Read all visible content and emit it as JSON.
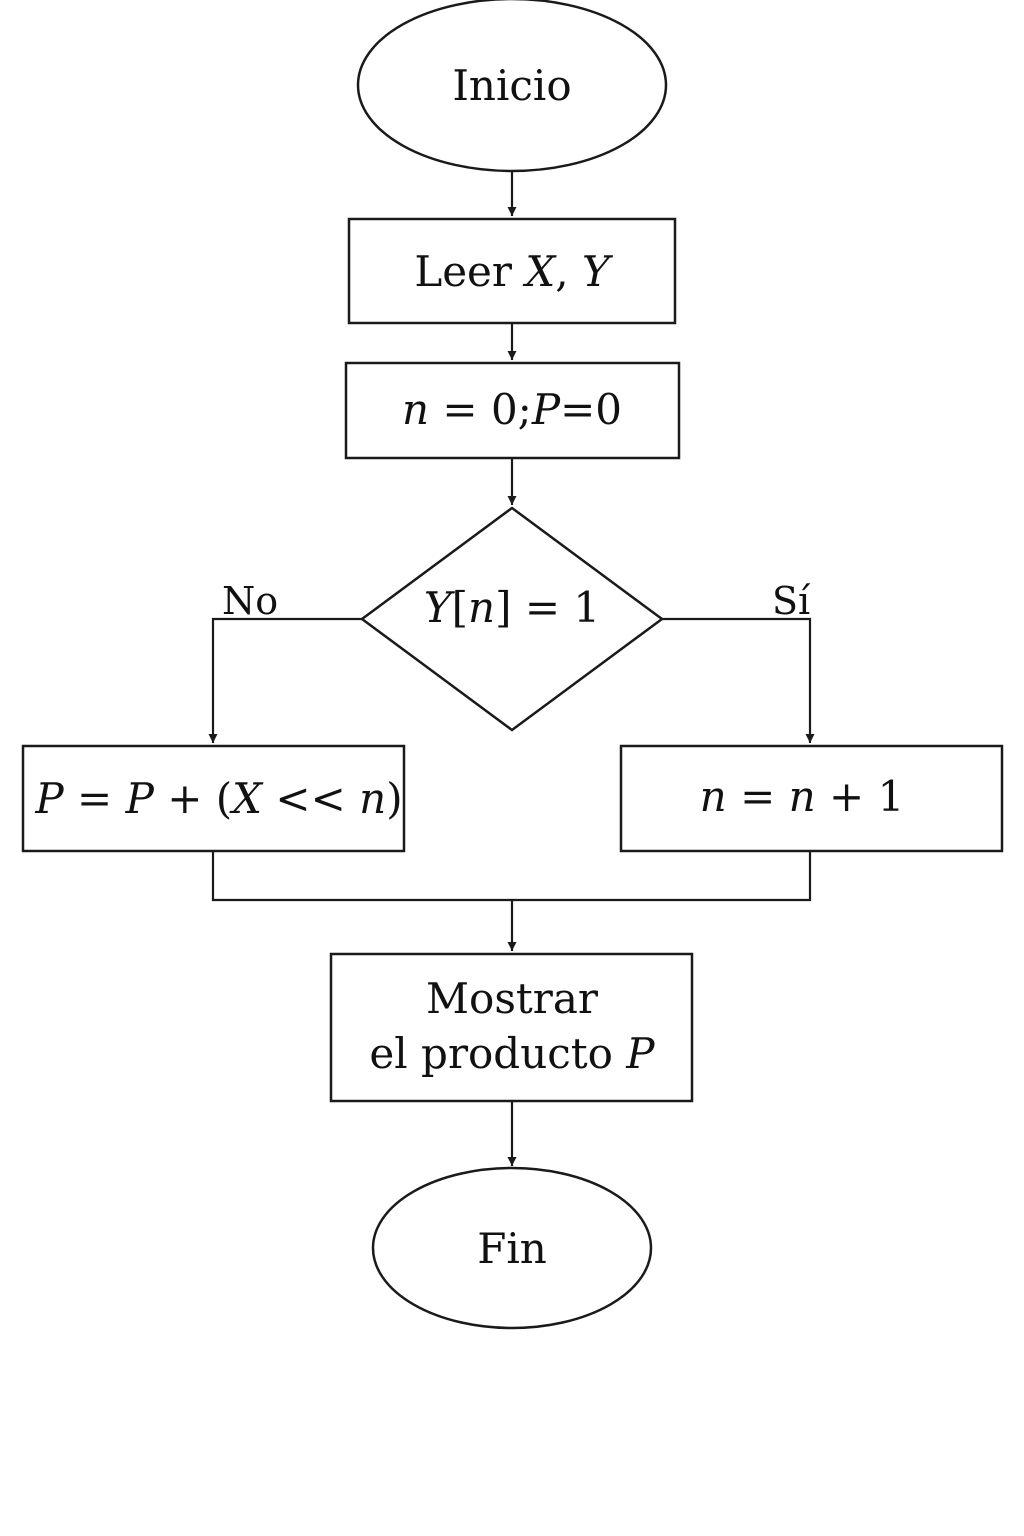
{
  "flowchart": {
    "start": "Inicio",
    "read": {
      "prefix": "Leer ",
      "x": "X",
      "sep": ", ",
      "y": "Y"
    },
    "init": {
      "n": "n",
      "eq1": " = 0;",
      "p": "P",
      "eq2": "=0"
    },
    "decision": {
      "y": "Y",
      "open": "[",
      "n": "n",
      "close": "] = 1"
    },
    "no_label": "No",
    "yes_label": "Sí",
    "accumulate": {
      "p1": "P",
      "eq": " = ",
      "p2": "P",
      "plus": " + (",
      "x": "X",
      "shift": " << ",
      "n": "n",
      "close": ")"
    },
    "increment": {
      "n1": "n",
      "eq": " = ",
      "n2": "n",
      "plus": " + 1"
    },
    "show_line1": "Mostrar",
    "show_line2": {
      "text": "el producto ",
      "p": "P"
    },
    "end": "Fin"
  }
}
